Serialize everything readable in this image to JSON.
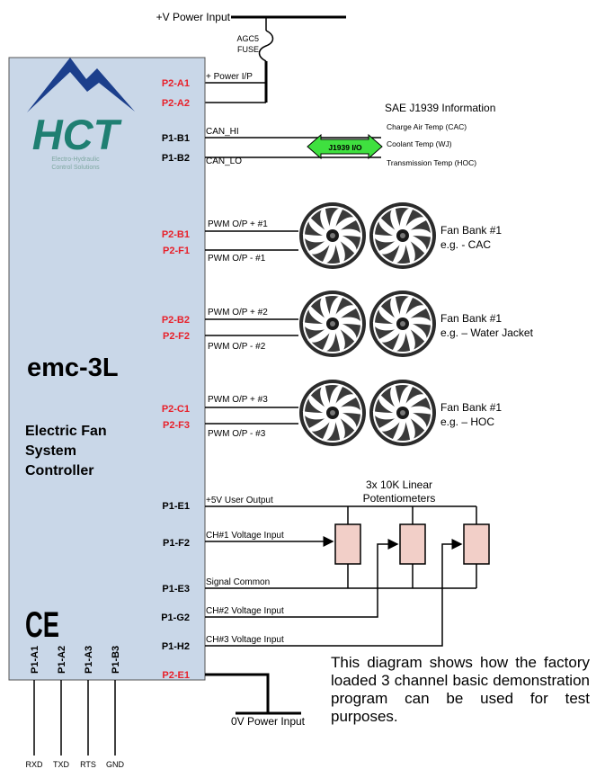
{
  "power": {
    "plus_v_input": "+V Power Input",
    "zero_v_input": "0V Power Input",
    "fuse_label_1": "AGC5",
    "fuse_label_2": "FUSE",
    "plus_power_ip": "+ Power I/P"
  },
  "controller": {
    "name": "emc-3L",
    "subtitle_lines": [
      "Electric Fan",
      "System",
      "Controller"
    ],
    "logo_text": "HCT",
    "logo_tagline_1": "Electro-Hydraulic",
    "logo_tagline_2": "Control Solutions",
    "ce_mark": "CE",
    "logo_color": "#1f7f72",
    "mountain_color": "#1c3f8c",
    "body_color": "#c9d7e8"
  },
  "pins": {
    "p2_a1": "P2-A1",
    "p2_a2": "P2-A2",
    "p1_b1": "P1-B1",
    "p1_b2": "P1-B2",
    "p2_b1": "P2-B1",
    "p2_f1": "P2-F1",
    "p2_b2": "P2-B2",
    "p2_f2": "P2-F2",
    "p2_c1": "P2-C1",
    "p2_f3": "P2-F3",
    "p1_e1": "P1-E1",
    "p1_f2": "P1-F2",
    "p1_e3": "P1-E3",
    "p1_g2": "P1-G2",
    "p1_h2": "P1-H2",
    "p2_e1": "P2-E1",
    "bottom": [
      "P1-A1",
      "P1-A2",
      "P1-A3",
      "P1-B3"
    ],
    "red_color": "#e8202a"
  },
  "can": {
    "can_hi": "CAN_HI",
    "can_lo": "CAN_LO",
    "j1939_label": "J1939 I/O",
    "info_title": "SAE J1939 Information",
    "info_items": [
      "Charge Air Temp (CAC)",
      "Coolant Temp (WJ)",
      "Transmission Temp (HOC)"
    ],
    "arrow_color": "#3fe03f"
  },
  "fans": [
    {
      "pwm_plus": "PWM O/P + #1",
      "pwm_minus": "PWM O/P - #1",
      "bank": "Fan Bank #1",
      "example": "e.g. - CAC"
    },
    {
      "pwm_plus": "PWM O/P + #2",
      "pwm_minus": "PWM O/P - #2",
      "bank": "Fan Bank #1",
      "example": "e.g. – Water Jacket"
    },
    {
      "pwm_plus": "PWM O/P + #3",
      "pwm_minus": "PWM O/P - #3",
      "bank": "Fan Bank #1",
      "example": "e.g. – HOC"
    }
  ],
  "pots": {
    "title_line_1": "3x 10K Linear",
    "title_line_2": "Potentiometers",
    "user_output": "+5V User Output",
    "ch1_input": "CH#1 Voltage Input",
    "signal_common": "Signal Common",
    "ch2_input": "CH#2 Voltage Input",
    "ch3_input": "CH#3 Voltage Input",
    "pot_color": "#f2cfc8"
  },
  "serial": [
    "RXD",
    "TXD",
    "RTS",
    "GND"
  ],
  "description": "This diagram shows how the factory loaded 3 channel basic demonstration program can be used for test purposes."
}
